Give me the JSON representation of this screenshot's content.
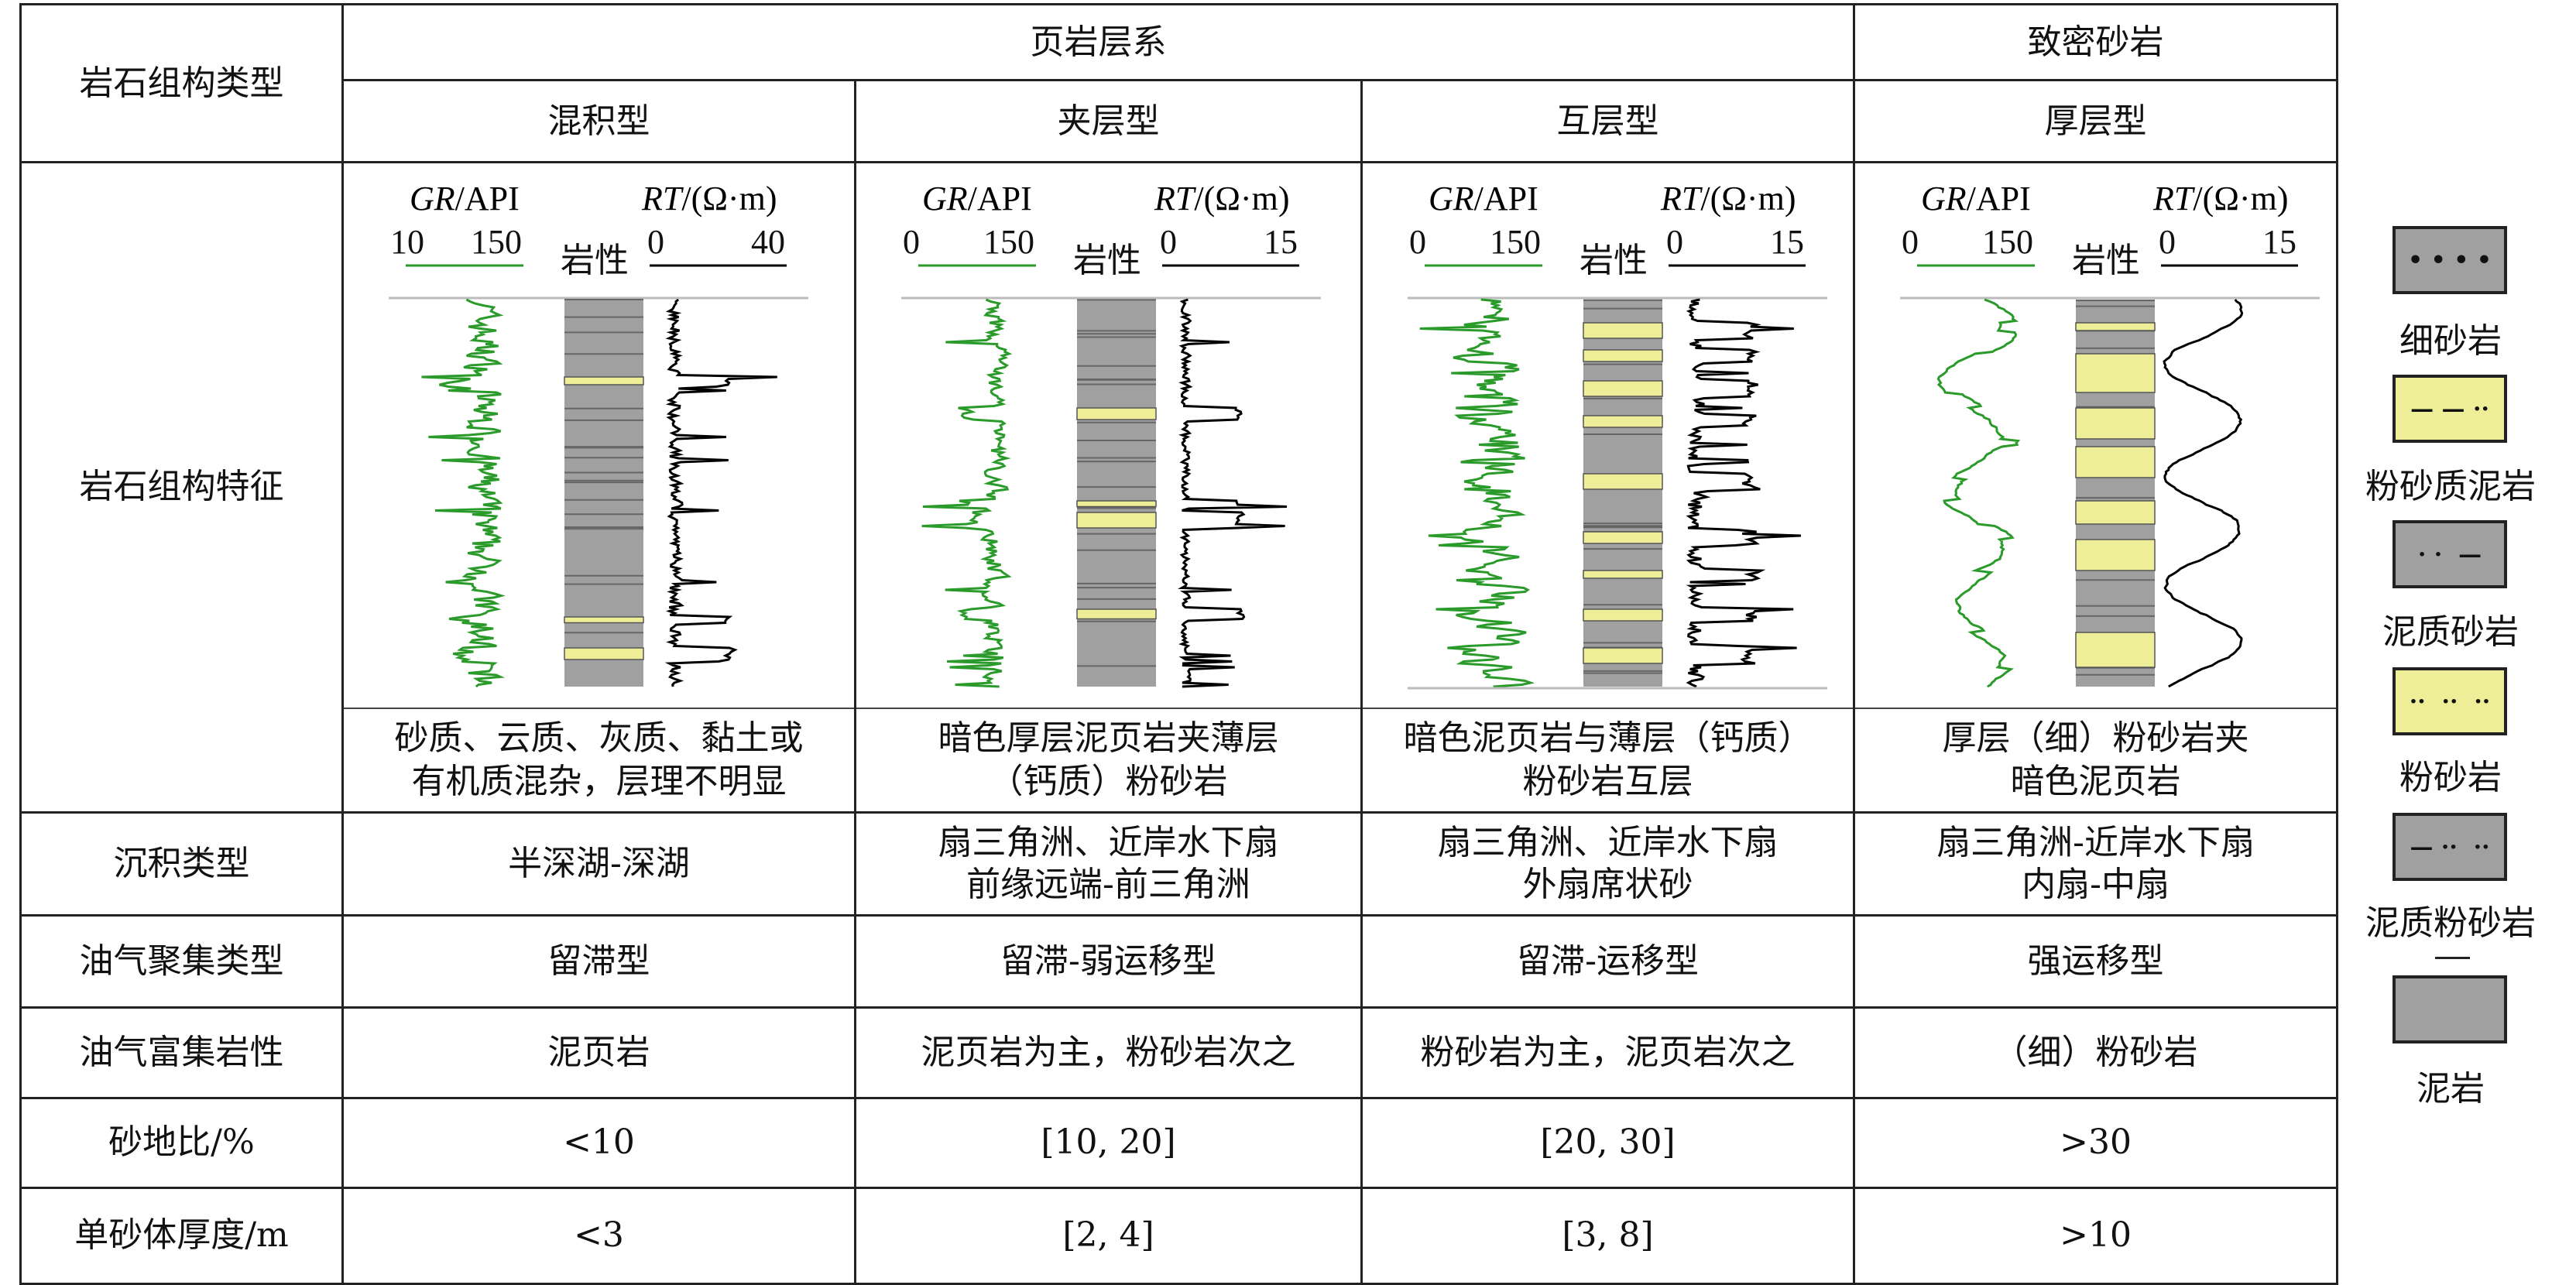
{
  "header": {
    "row_label_type": "岩石组构类型",
    "group_shale": "页岩层系",
    "group_tight": "致密砂岩",
    "types": [
      "混积型",
      "夹层型",
      "互层型",
      "厚层型"
    ]
  },
  "features_label": "岩石组构特征",
  "panels": [
    {
      "gr_label": "GR",
      "gr_unit": "/API",
      "gr_min": "10",
      "gr_max": "150",
      "lith_label": "岩性",
      "rt_label": "RT",
      "rt_unit": "/(Ω·m)",
      "rt_min": "0",
      "rt_max": "40"
    },
    {
      "gr_label": "GR",
      "gr_unit": "/API",
      "gr_min": "0",
      "gr_max": "150",
      "lith_label": "岩性",
      "rt_label": "RT",
      "rt_unit": "/(Ω·m)",
      "rt_min": "0",
      "rt_max": "15"
    },
    {
      "gr_label": "GR",
      "gr_unit": "/API",
      "gr_min": "0",
      "gr_max": "150",
      "lith_label": "岩性",
      "rt_label": "RT",
      "rt_unit": "/(Ω·m)",
      "rt_min": "0",
      "rt_max": "15"
    },
    {
      "gr_label": "GR",
      "gr_unit": "/API",
      "gr_min": "0",
      "gr_max": "150",
      "lith_label": "岩性",
      "rt_label": "RT",
      "rt_unit": "/(Ω·m)",
      "rt_min": "0",
      "rt_max": "15"
    }
  ],
  "descriptions": [
    [
      "砂质、云质、灰质、黏土或",
      "有机质混杂，层理不明显"
    ],
    [
      "暗色厚层泥页岩夹薄层",
      "（钙质）粉砂岩"
    ],
    [
      "暗色泥页岩与薄层（钙质）",
      "粉砂岩互层"
    ],
    [
      "厚层（细）粉砂岩夹",
      "暗色泥页岩"
    ]
  ],
  "rows": [
    {
      "label": "沉积类型",
      "values": [
        [
          "半深湖-深湖"
        ],
        [
          "扇三角洲、近岸水下扇",
          "前缘远端-前三角洲"
        ],
        [
          "扇三角洲、近岸水下扇",
          "外扇席状砂"
        ],
        [
          "扇三角洲-近岸水下扇",
          "内扇-中扇"
        ]
      ]
    },
    {
      "label": "油气聚集类型",
      "values": [
        [
          "留滞型"
        ],
        [
          "留滞-弱运移型"
        ],
        [
          "留滞-运移型"
        ],
        [
          "强运移型"
        ]
      ]
    },
    {
      "label": "油气富集岩性",
      "values": [
        [
          "泥页岩"
        ],
        [
          "泥页岩为主，粉砂岩次之"
        ],
        [
          "粉砂岩为主，泥页岩次之"
        ],
        [
          "（细）粉砂岩"
        ]
      ]
    },
    {
      "label": "砂地比/%",
      "values": [
        [
          "<10"
        ],
        [
          "[10, 20]"
        ],
        [
          "[20, 30]"
        ],
        [
          ">30"
        ]
      ]
    },
    {
      "label": "单砂体厚度/m",
      "values": [
        [
          "<3"
        ],
        [
          "[2, 4]"
        ],
        [
          "[3, 8]"
        ],
        [
          ">10"
        ]
      ]
    }
  ],
  "legend": [
    {
      "label": "细砂岩",
      "fill": "#a0a0a0",
      "pattern": "• • • •"
    },
    {
      "label": "粉砂质泥岩",
      "fill": "#eeee99",
      "pattern": "— — ··"
    },
    {
      "label": "泥质砂岩",
      "fill": "#a0a0a0",
      "pattern": "· ·  —"
    },
    {
      "label": "粉砂岩",
      "fill": "#eeee99",
      "pattern": "··  ··  ··"
    },
    {
      "label": "泥质粉砂岩",
      "fill": "#a0a0a0",
      "pattern": "— ··  ··"
    },
    {
      "label": "泥岩",
      "fill": "#a0a0a0",
      "pattern": ""
    }
  ],
  "colors": {
    "gr_curve": "#2a9a2a",
    "rt_curve": "#000000",
    "mudstone": "#a0a0a0",
    "siltstone": "#eeee99"
  }
}
